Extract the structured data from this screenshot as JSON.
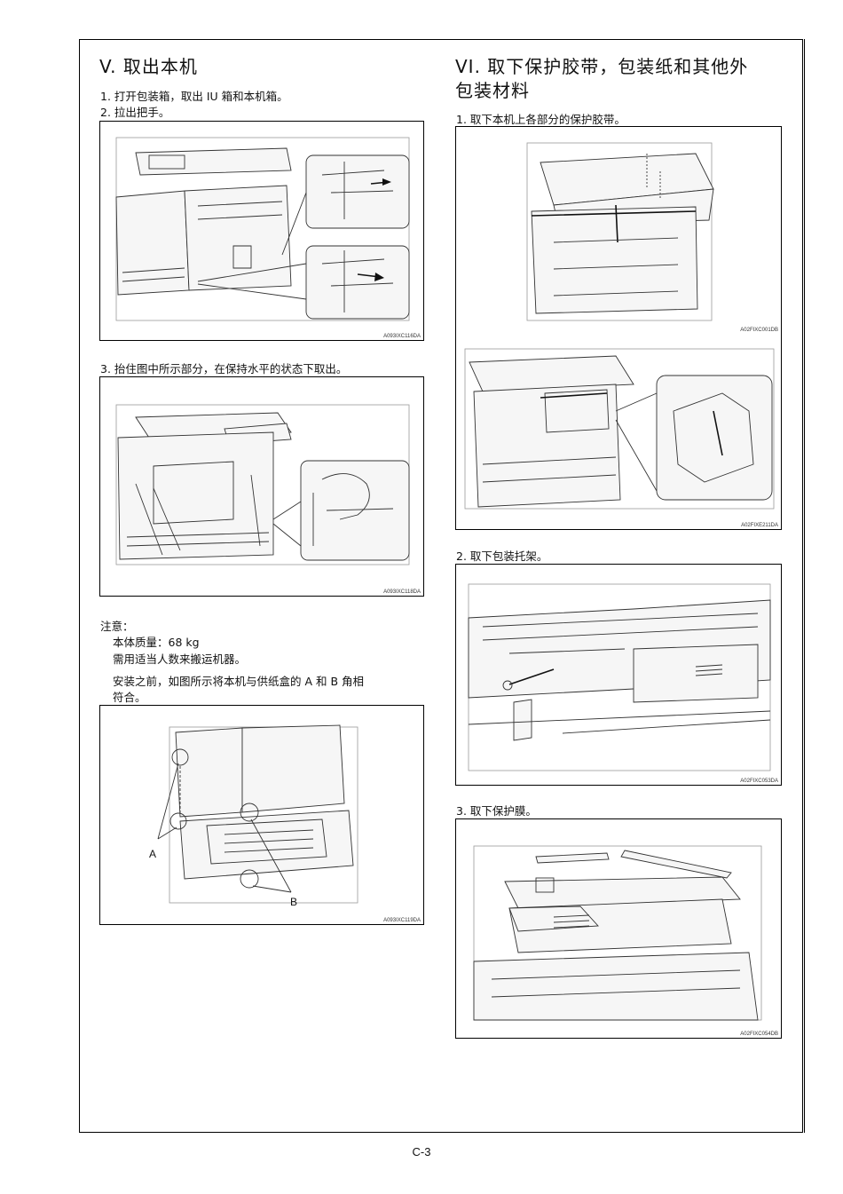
{
  "left": {
    "heading": "V.  取出本机",
    "step1": "1. 打开包装箱，取出 IU 箱和本机箱。",
    "step2": "2. 拉出把手。",
    "fig1_code": "A093IXC116DA",
    "step3": "3. 抬住图中所示部分，在保持水平的状态下取出。",
    "fig2_code": "A093IXC118DA",
    "note_title": "注意：",
    "note_weight": "本体质量：68 kg",
    "note_people": "需用适当人数来搬运机器。",
    "note_align_1": "安装之前，如图所示将本机与供纸盒的 A 和 B 角相",
    "note_align_2": "符合。",
    "fig3_label_a": "A",
    "fig3_label_b": "B",
    "fig3_code": "A093IXC119DA"
  },
  "right": {
    "heading_1": "VI.  取下保护胶带，包装纸和其他外",
    "heading_2": "包装材料",
    "step1": "1. 取下本机上各部分的保护胶带。",
    "fig1_code": "A02FIXC001DB",
    "fig2_code": "A02FIXE211DA",
    "step2": "2. 取下包装托架。",
    "fig3_code": "A02FIXC053DA",
    "step3": "3. 取下保护膜。",
    "fig4_code": "A02FIXC054DB"
  },
  "footer": {
    "page_number": "C-3"
  }
}
